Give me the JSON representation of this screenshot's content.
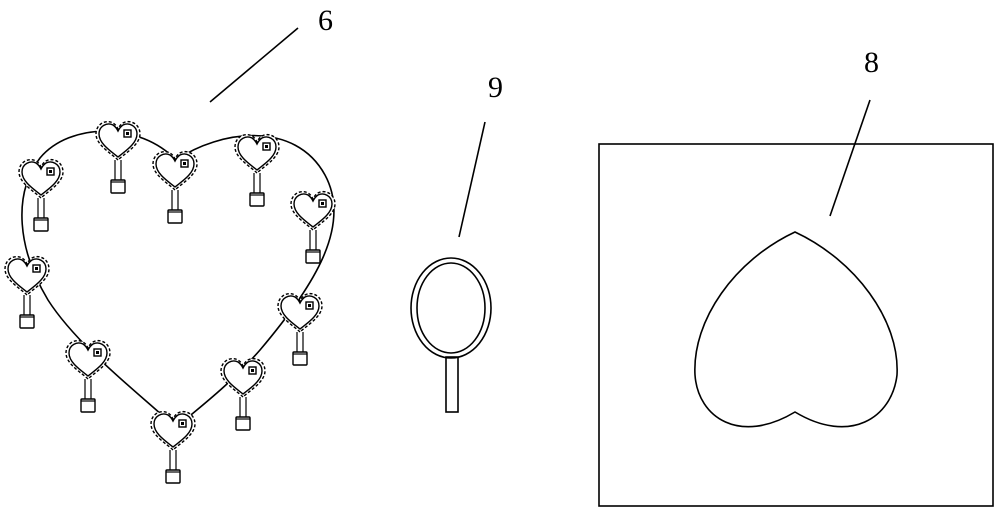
{
  "figure": {
    "labels": {
      "heart_arrangement": "6",
      "magnifier": "9",
      "heart_card": "8"
    },
    "heart_unit_count": 10
  }
}
